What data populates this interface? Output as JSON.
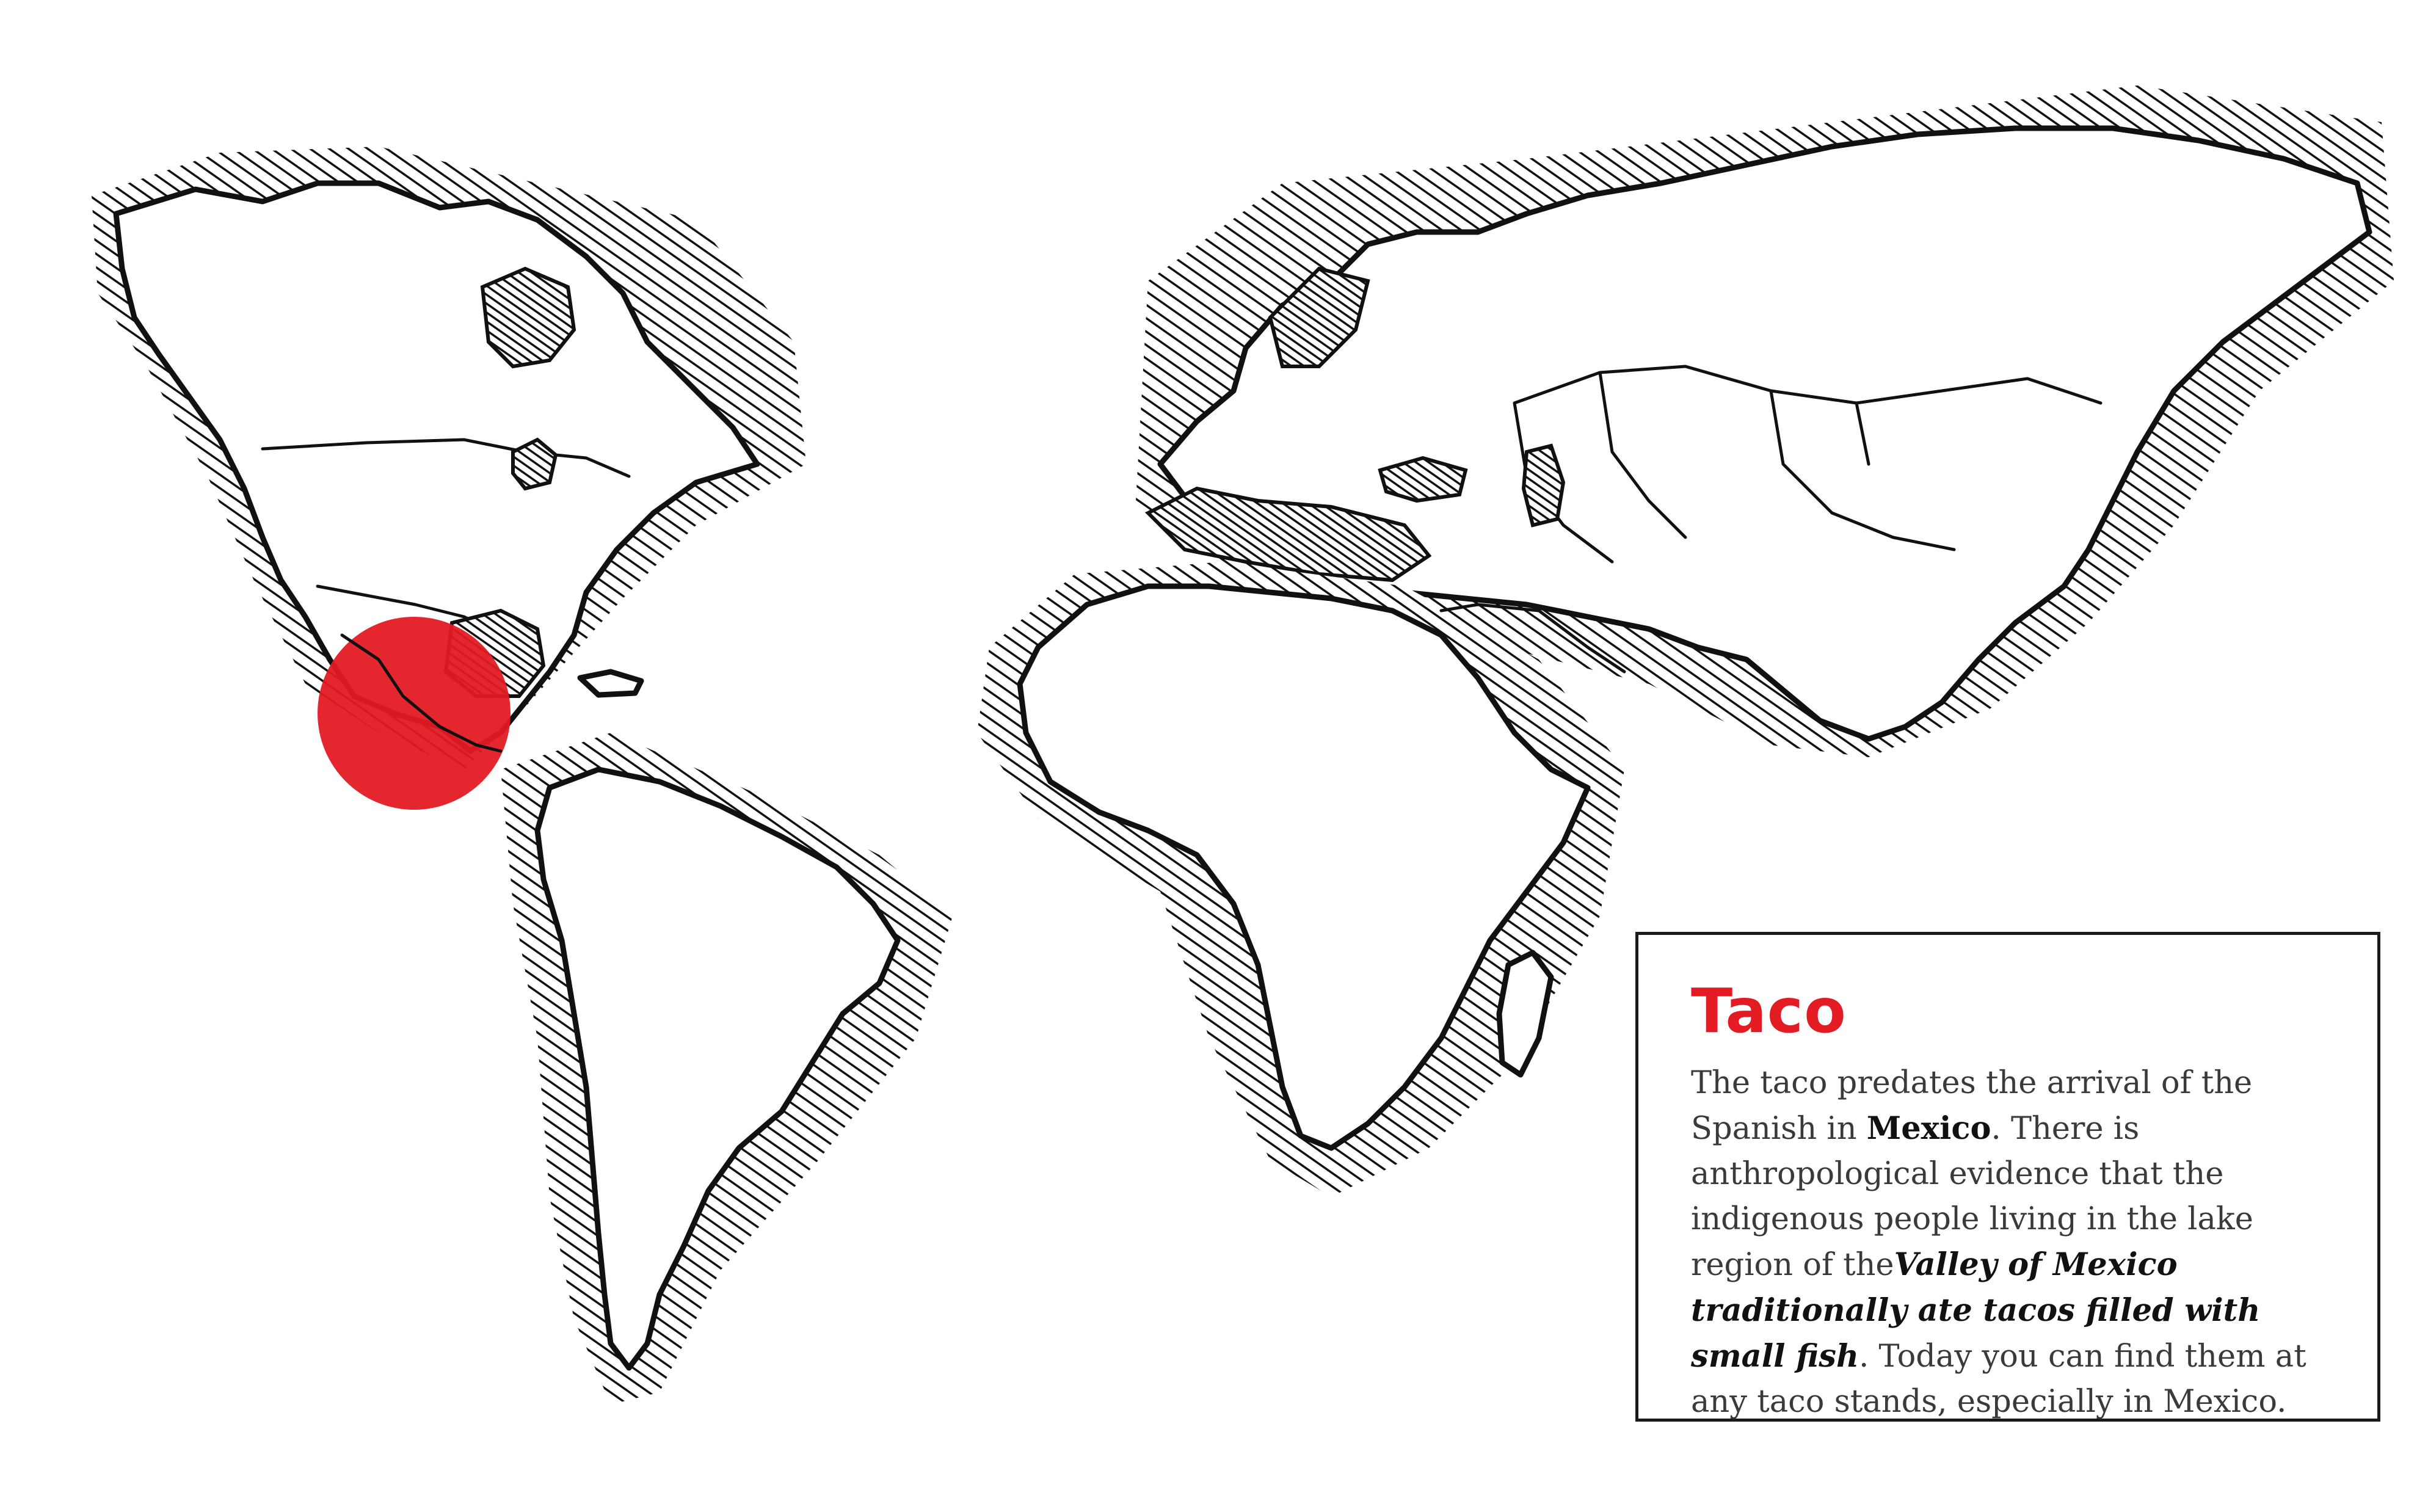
{
  "map": {
    "highlight_color": "#e31b23",
    "highlight_region": "Mexico",
    "ink_color": "#111111"
  },
  "card": {
    "title": "Taco",
    "title_color": "#e31b23",
    "text_1": "The taco predates the arrival of the Spanish in ",
    "bold_1": "Mexico",
    "text_2": ". There is anthropological evidence that the indigenous people living in the lake region of the",
    "emphasis": "Valley of Mexico traditionally ate tacos filled with small fish",
    "text_3": ". Today you can find them at any taco stands, especially in Mexico."
  }
}
